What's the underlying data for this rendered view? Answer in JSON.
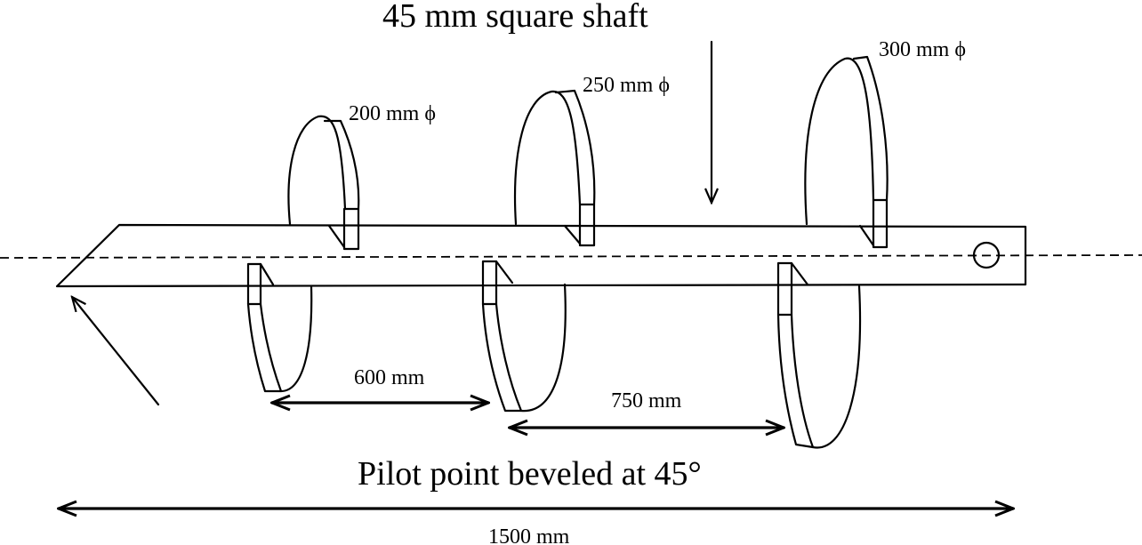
{
  "labels": {
    "shaft": "45 mm square shaft",
    "flight_small": "200 mm ϕ",
    "flight_medium": "250 mm ϕ",
    "flight_large": "300 mm ϕ",
    "spacing_first": "600 mm",
    "spacing_second": "750 mm",
    "pilot": "Pilot point beveled at 45°",
    "overall_length": "1500 mm"
  }
}
